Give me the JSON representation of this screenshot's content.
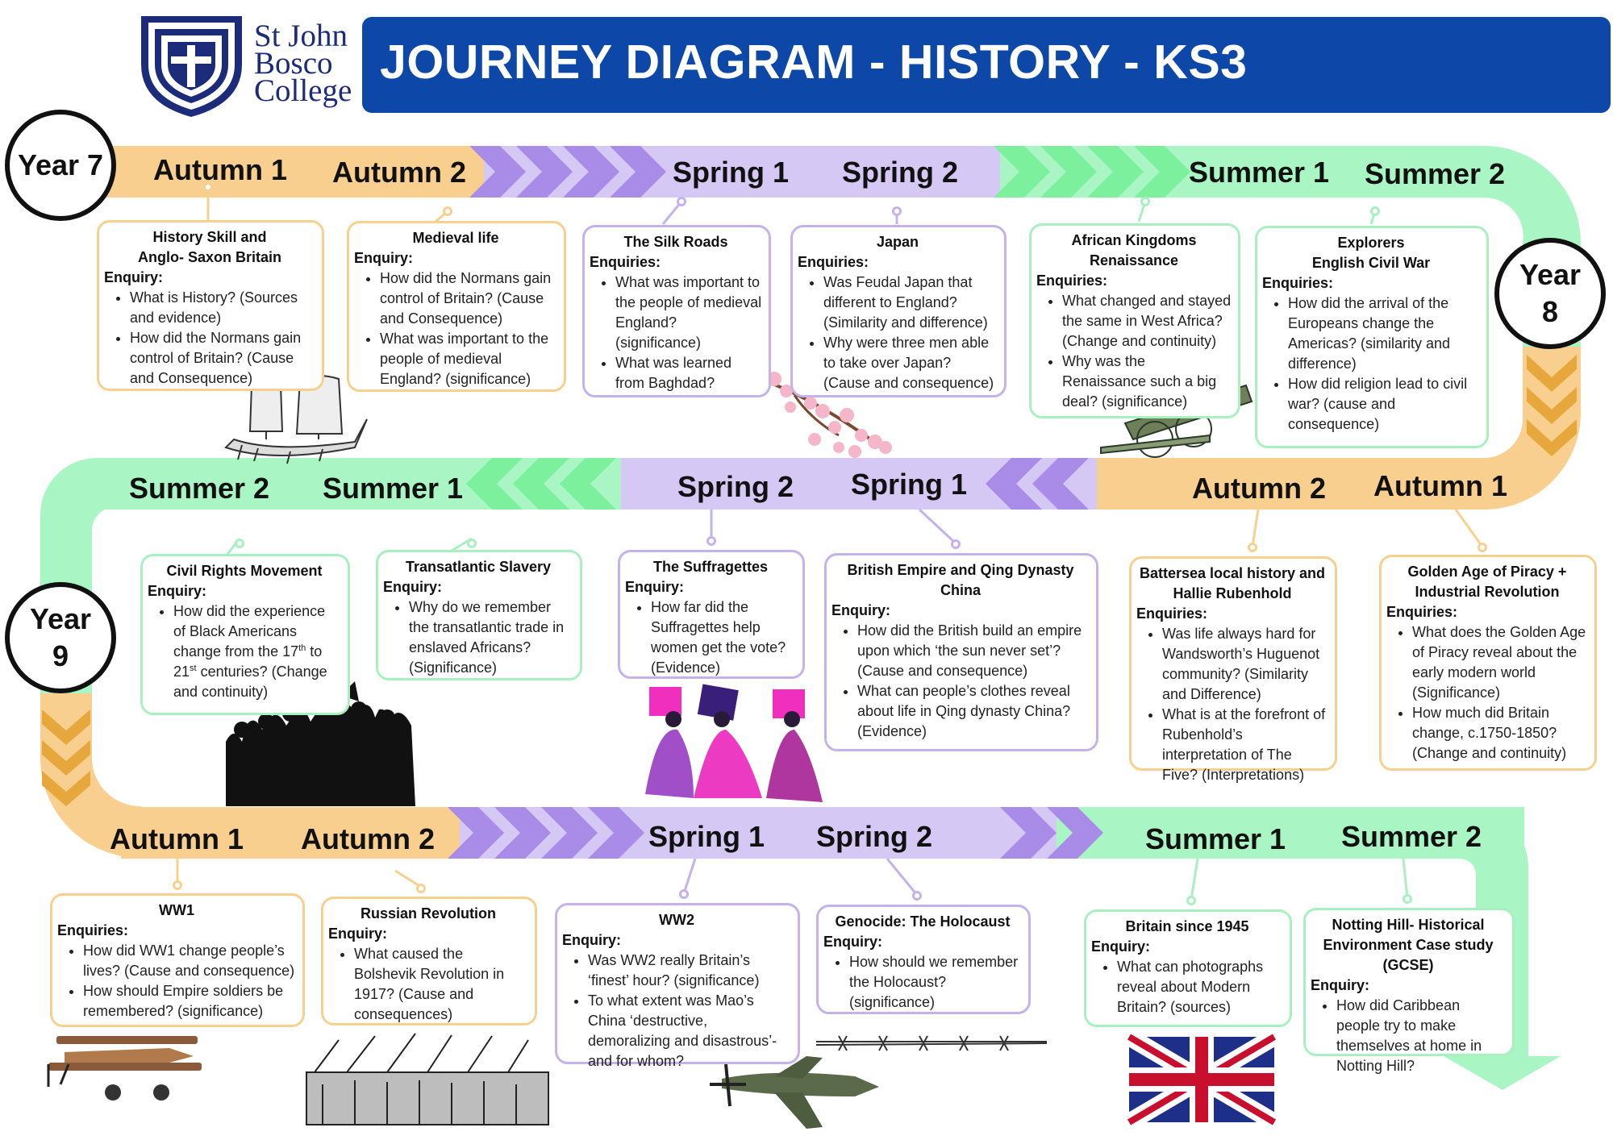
{
  "header": {
    "school_name_lines": [
      "St John",
      "Bosco",
      "College"
    ],
    "title": "JOURNEY DIAGRAM - HISTORY - KS3"
  },
  "colors": {
    "autumn": "#f8cf8e",
    "spring": "#d5c8f5",
    "summer": "#a9f5c3",
    "chevron_purple": "#a98be8",
    "chevron_green": "#7df09e",
    "banner_blue": "#0d47a8"
  },
  "years": {
    "year7": "Year 7",
    "year8_line1": "Year",
    "year8_line2": "8",
    "year9_line1": "Year",
    "year9_line2": "9"
  },
  "row1": {
    "terms": [
      "Autumn 1",
      "Autumn 2",
      "Spring 1",
      "Spring 2",
      "Summer 1",
      "Summer 2"
    ],
    "cards": [
      {
        "title_lines": [
          "History Skill and",
          "Anglo- Saxon Britain"
        ],
        "enquiry_label": "Enquiry:",
        "items": [
          "What is History? (Sources and evidence)",
          "How did the Normans gain control of Britain? (Cause and Consequence)"
        ]
      },
      {
        "title_lines": [
          "Medieval life"
        ],
        "enquiry_label": "Enquiry:",
        "items": [
          "How did the Normans gain control of Britain? (Cause and Consequence)",
          "What was important to the people of medieval England? (significance)"
        ]
      },
      {
        "title_lines": [
          "The Silk Roads"
        ],
        "enquiry_label": "Enquiries:",
        "items": [
          "What was important to the people of medieval England? (significance)",
          "What was learned from Baghdad?"
        ]
      },
      {
        "title_lines": [
          "Japan"
        ],
        "enquiry_label": "Enquiries:",
        "items": [
          "Was Feudal Japan that different to England? (Similarity and difference)",
          "Why were three men able to take over Japan? (Cause and consequence)"
        ]
      },
      {
        "title_lines": [
          "African Kingdoms",
          "Renaissance"
        ],
        "enquiry_label": "Enquiries:",
        "items": [
          "What changed and stayed the same in West Africa? (Change and continuity)",
          "Why was the Renaissance such a big deal? (significance)"
        ]
      },
      {
        "title_lines": [
          "Explorers",
          "English Civil War"
        ],
        "enquiry_label": "Enquiries:",
        "items": [
          "How did the arrival of the Europeans change the Americas? (similarity and difference)",
          "How did religion lead to civil war? (cause and consequence)"
        ]
      }
    ]
  },
  "row2": {
    "terms": [
      "Summer 2",
      "Summer 1",
      "Spring 2",
      "Spring 1",
      "Autumn 2",
      "Autumn 1"
    ],
    "cards": [
      {
        "title_lines": [
          "Civil Rights Movement"
        ],
        "enquiry_label": "Enquiry:",
        "item1_a": "How did the experience of Black Americans change from the 17",
        "item1_sup1": "th",
        "item1_b": " to 21",
        "item1_sup2": "st",
        "item1_c": " centuries? (Change and continuity)"
      },
      {
        "title_lines": [
          "Transatlantic Slavery"
        ],
        "enquiry_label": "Enquiry:",
        "items": [
          "Why do we remember the transatlantic trade in enslaved Africans? (Significance)"
        ]
      },
      {
        "title_lines": [
          "The Suffragettes"
        ],
        "enquiry_label": "Enquiry:",
        "items": [
          "How far did the Suffragettes help women get the vote? (Evidence)"
        ]
      },
      {
        "title_lines": [
          "British Empire and Qing Dynasty",
          "China"
        ],
        "enquiry_label": "Enquiry:",
        "items": [
          "How did the British build an empire upon which ‘the sun never set’? (Cause and consequence)",
          "What can people’s clothes reveal about life in Qing dynasty China? (Evidence)"
        ]
      },
      {
        "title_lines": [
          "Battersea local history and",
          "Hallie Rubenhold"
        ],
        "enquiry_label": "Enquiries:",
        "items": [
          "Was life always hard for Wandsworth’s Huguenot community? (Similarity and Difference)",
          "What is at the forefront of Rubenhold’s interpretation of The Five? (Interpretations)"
        ]
      },
      {
        "title_lines": [
          "Golden Age of Piracy +",
          "Industrial Revolution"
        ],
        "enquiry_label": "Enquiries:",
        "items": [
          "What does the Golden Age of Piracy reveal about the early modern world (Significance)",
          "How much did Britain change, c.1750-1850? (Change and continuity)"
        ]
      }
    ]
  },
  "row3": {
    "terms": [
      "Autumn 1",
      "Autumn 2",
      "Spring 1",
      "Spring 2",
      "Summer 1",
      "Summer 2"
    ],
    "cards": [
      {
        "title_lines": [
          "WW1"
        ],
        "enquiry_label": "Enquiries:",
        "items": [
          "How did WW1 change people’s lives? (Cause and consequence)",
          "How should Empire soldiers be remembered? (significance)"
        ]
      },
      {
        "title_lines": [
          "Russian Revolution"
        ],
        "enquiry_label": "Enquiry:",
        "items": [
          "What caused the Bolshevik Revolution in 1917? (Cause and consequences)"
        ]
      },
      {
        "title_lines": [
          "WW2"
        ],
        "enquiry_label": "Enquiry:",
        "items": [
          "Was WW2 really Britain’s ‘finest’ hour? (significance)",
          "To what extent was Mao’s China ‘destructive, demoralizing and disastrous’- and for whom?"
        ]
      },
      {
        "title_lines": [
          "Genocide: The Holocaust"
        ],
        "enquiry_label": "Enquiry:",
        "items": [
          "How should we remember the Holocaust? (significance)"
        ]
      },
      {
        "title_lines": [
          "Britain since 1945"
        ],
        "enquiry_label": "Enquiry:",
        "items": [
          "What can photographs reveal about Modern Britain? (sources)"
        ]
      },
      {
        "title_lines": [
          "Notting Hill- Historical",
          "Environment Case study",
          "(GCSE)"
        ],
        "enquiry_label": "Enquiry:",
        "items": [
          "How did Caribbean people try to make themselves at home in Notting Hill?"
        ]
      }
    ]
  }
}
